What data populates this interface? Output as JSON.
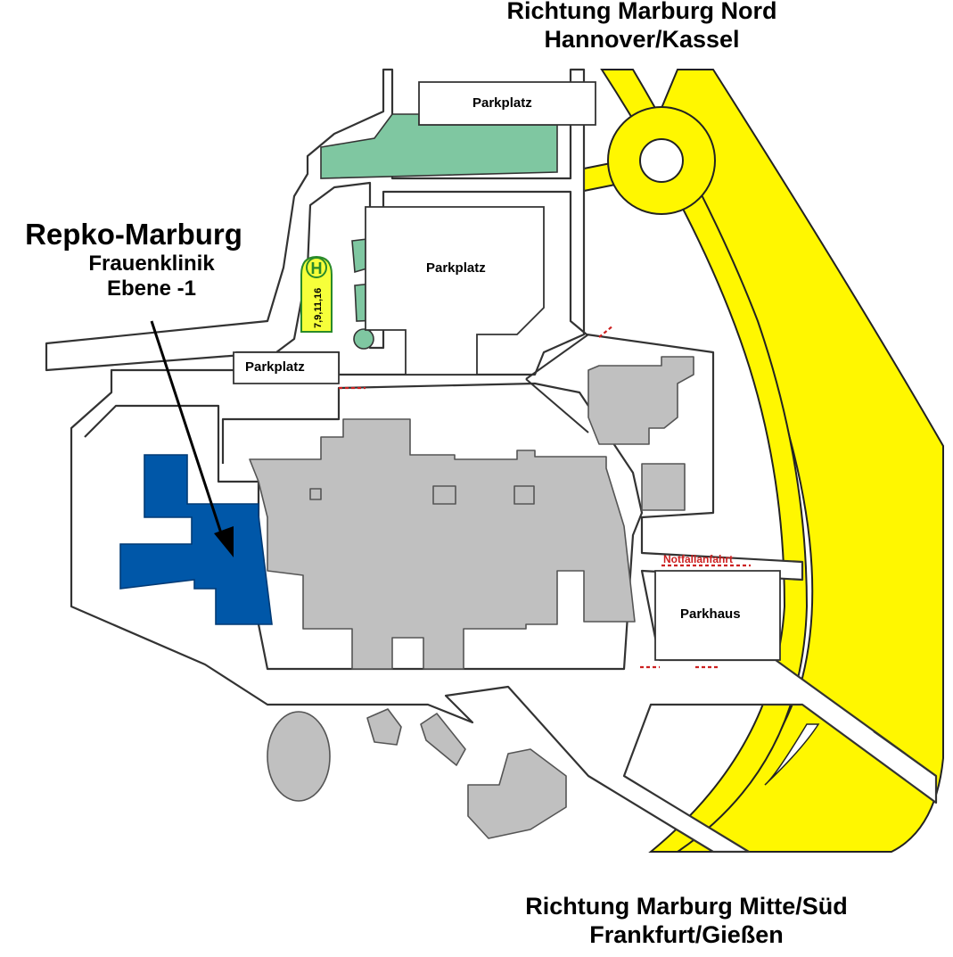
{
  "directions": {
    "north_line1": "Richtung Marburg Nord",
    "north_line2": "Hannover/Kassel",
    "south_line1": "Richtung Marburg Mitte/Süd",
    "south_line2": "Frankfurt/Gießen"
  },
  "destination": {
    "name": "Repko-Marburg",
    "building": "Frauenklinik",
    "level": "Ebene -1"
  },
  "parking": {
    "top": "Parkplatz",
    "center": "Parkplatz",
    "left": "Parkplatz",
    "garage": "Parkhaus"
  },
  "emergency_entrance": "Notfallanfahrt",
  "bus_stop": {
    "symbol": "H",
    "lines": "7,9,11,16"
  },
  "colors": {
    "highway": "#fff700",
    "target_building": "#0057a8",
    "buildings": "#c0c0c0",
    "green_areas": "#7fc7a1",
    "emergency_marker": "#cc2020"
  }
}
